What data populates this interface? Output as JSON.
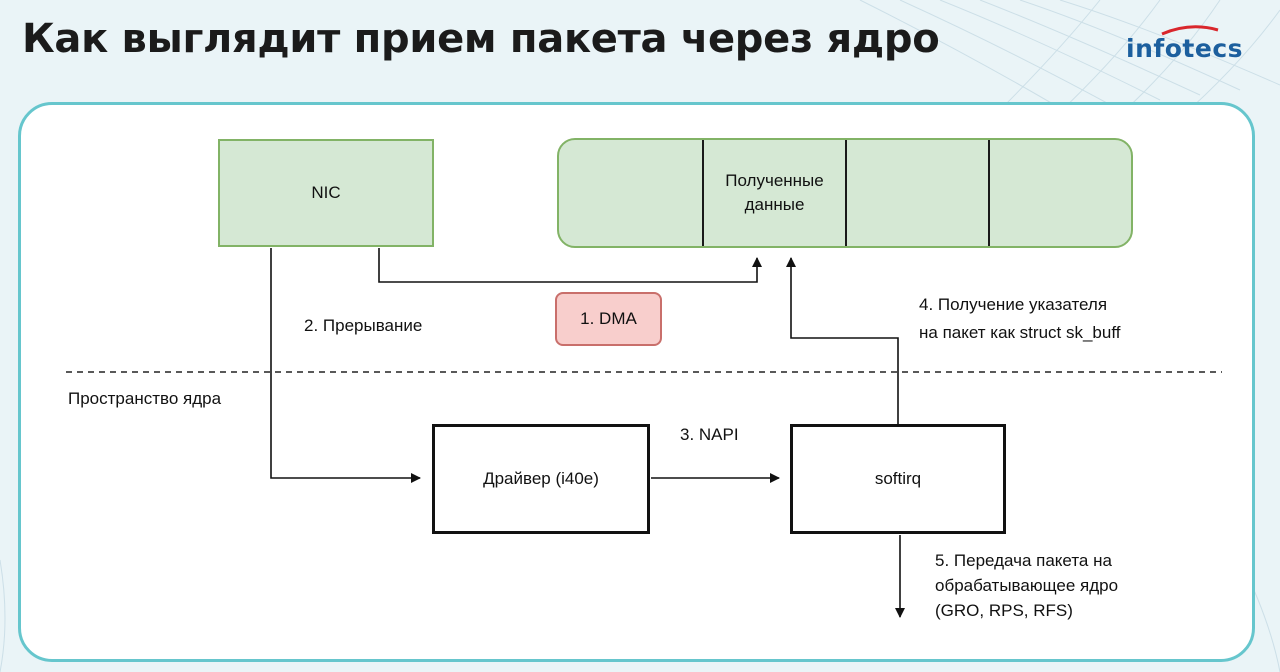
{
  "title": "Как выглядит прием пакета через ядро",
  "logo": {
    "text": "infotecs"
  },
  "colors": {
    "green_fill": "#d5e8d4",
    "green_border": "#82b366",
    "red_fill": "#f8cecc",
    "panel_border": "#66c6cd",
    "logo_blue": "#1c5f9e",
    "logo_red": "#d9262c"
  },
  "diagram": {
    "nic": "NIC",
    "buffer_cell_label": "Полученные данные",
    "dma": "1. DMA",
    "interrupt": "2. Прерывание",
    "kernel_space": "Пространство ядра",
    "driver": "Драйвер (i40e)",
    "napi": "3. NAPI",
    "softirq": "softirq",
    "pointer_line1": "4. Получение указателя",
    "pointer_line2": "на пакет как struct sk_buff",
    "handoff_line1": "5. Передача пакета на",
    "handoff_line2": "обрабатывающее ядро",
    "handoff_line3": "(GRO, RPS, RFS)"
  }
}
